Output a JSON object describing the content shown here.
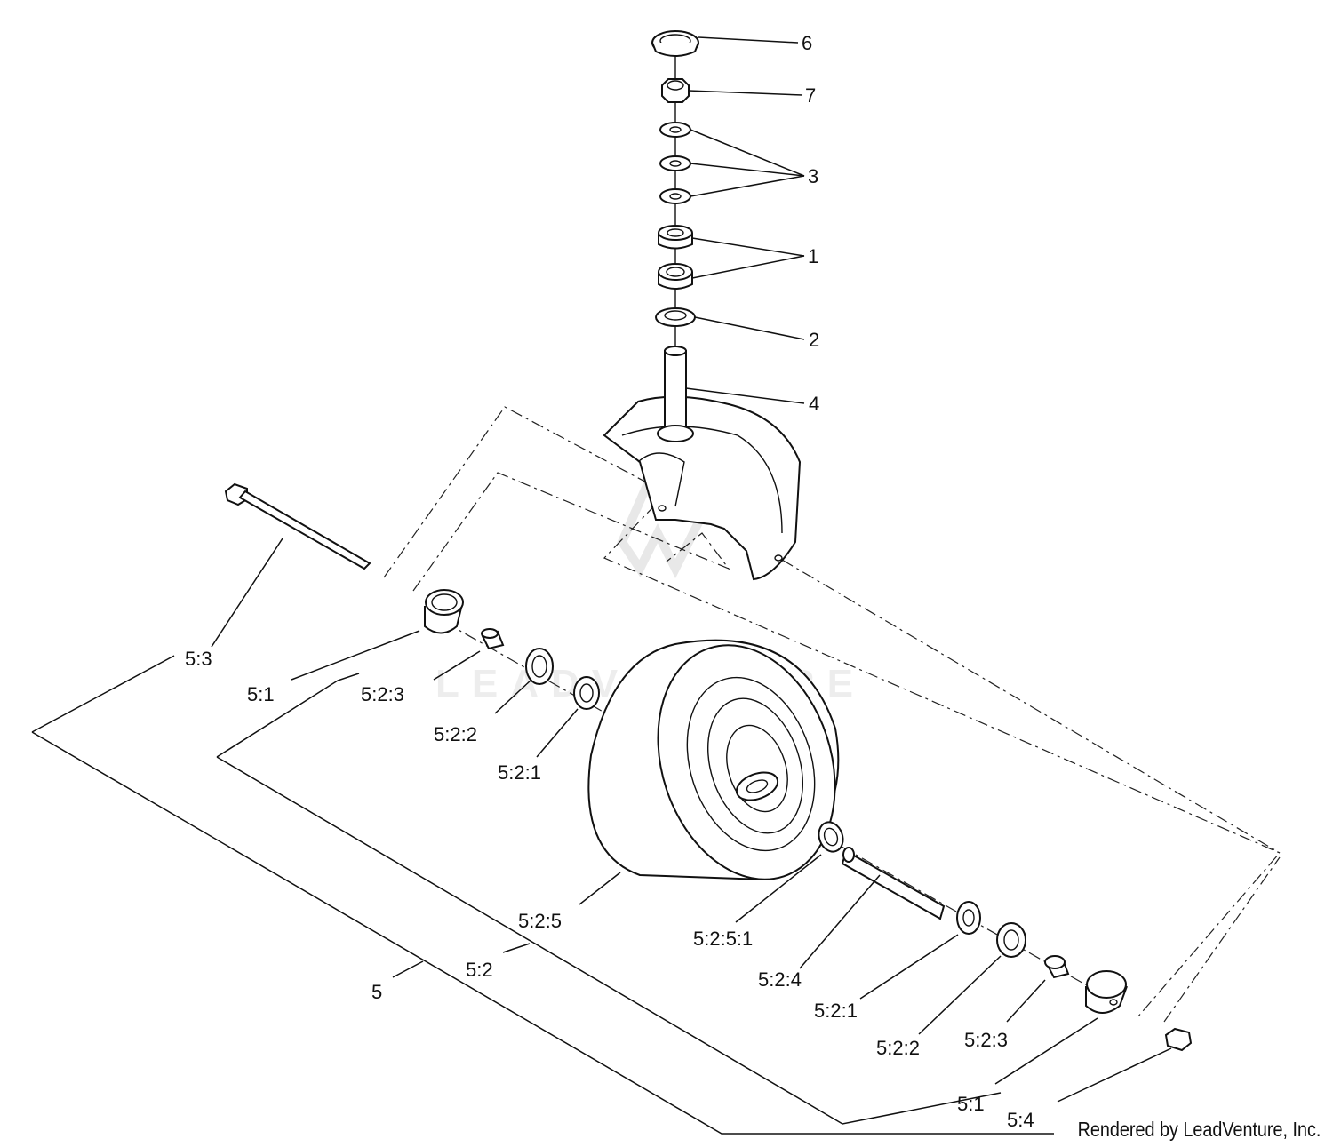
{
  "watermark": "LEADVENTURE",
  "credit": "Rendered by LeadVenture, Inc.",
  "callouts": {
    "c6": "6",
    "c7": "7",
    "c3": "3",
    "c1": "1",
    "c2": "2",
    "c4": "4",
    "c5_3": "5:3",
    "c5_1_left": "5:1",
    "c5_2_3_left": "5:2:3",
    "c5_2_2_left": "5:2:2",
    "c5_2_1_left": "5:2:1",
    "c5_2_5": "5:2:5",
    "c5_2_5_1": "5:2:5:1",
    "c5_2_4": "5:2:4",
    "c5_2_1_right": "5:2:1",
    "c5_2_2_right": "5:2:2",
    "c5_2_3_right": "5:2:3",
    "c5_1_right": "5:1",
    "c5_4": "5:4",
    "c5_2": "5:2",
    "c5": "5"
  }
}
